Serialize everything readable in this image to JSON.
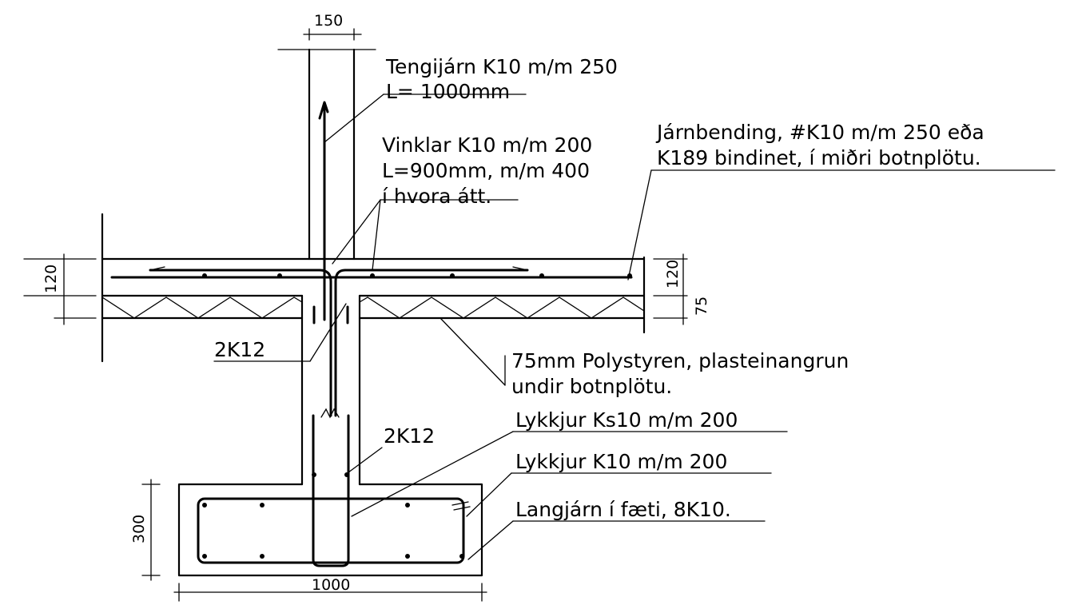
{
  "labels": {
    "tengijarn_1": "Tengijárn K10 m/m 250",
    "tengijarn_2": "L= 1000mm",
    "vinklar_1": "Vinklar K10 m/m 200",
    "vinklar_2": "L=900mm, m/m 400",
    "vinklar_3": "í hvora átt.",
    "jarnbending_1": "Járnbending, #K10 m/m 250 eða",
    "jarnbending_2": "K189 bindinet,   í miðri botnplötu.",
    "k12_upper": "2K12",
    "k12_lower": "2K12",
    "polystyren_1": "75mm Polystyren, plasteinangrun",
    "polystyren_2": "undir botnplötu.",
    "lykkjur_ks": "Lykkjur Ks10 m/m 200",
    "lykkjur_k": "Lykkjur K10 m/m 200",
    "langjarn": "Langjárn í fæti, 8K10."
  },
  "dimensions": {
    "wall_width": "150",
    "slab_left": "120",
    "slab_right": "120",
    "insulation_right": "75",
    "footing_height": "300",
    "footing_width": "1000"
  }
}
